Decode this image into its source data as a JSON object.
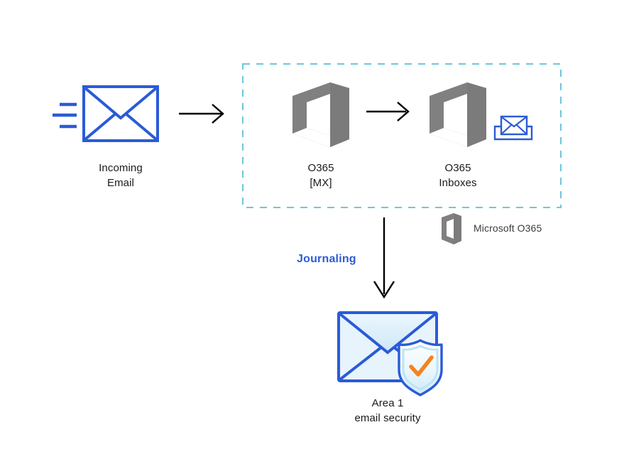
{
  "diagram": {
    "title": "Email journaling flow to Area 1 email security",
    "background_color": "#ffffff",
    "colors": {
      "envelope_blue": "#2a5bd7",
      "motion_line_blue": "#2a5bd7",
      "dashed_border": "#6ec6dd",
      "arrow_black": "#000000",
      "office_gray": "#808080",
      "journaling_blue": "#2b5bd7",
      "shield_orange": "#f5821f",
      "shield_fill": "#dcf0fb",
      "envelope_fill_light": "#e8f4fc",
      "label_text": "#1a1a1a",
      "legend_text": "#3c3c3c"
    },
    "nodes": [
      {
        "id": "incoming-email",
        "icon": "envelope-icon",
        "label": "Incoming\nEmail"
      },
      {
        "id": "o365-mx",
        "icon": "office365-logo-icon",
        "label": "O365\n[MX]"
      },
      {
        "id": "o365-inboxes",
        "icon": "office365-logo-icon",
        "label": "O365\nInboxes"
      },
      {
        "id": "inbox-tray",
        "icon": "inbox-tray-icon",
        "label": ""
      },
      {
        "id": "area1-email-security",
        "icon": "shielded-envelope-icon",
        "label": "Area 1\nemail security"
      }
    ],
    "edges": [
      {
        "id": "incoming-to-mx",
        "style": "solid-arrow",
        "direction": "right",
        "label": ""
      },
      {
        "id": "mx-to-inboxes",
        "style": "solid-arrow",
        "direction": "right",
        "label": ""
      },
      {
        "id": "inboxes-to-area1",
        "style": "solid-arrow",
        "direction": "down",
        "label": "Journaling"
      }
    ],
    "group": {
      "id": "o365-boundary",
      "style": "dashed",
      "label": ""
    },
    "legend": {
      "icon": "office365-logo-icon",
      "label": "Microsoft O365"
    },
    "labels": {
      "incoming_email": "Incoming\nEmail",
      "o365_mx": "O365\n[MX]",
      "o365_inboxes": "O365\nInboxes",
      "journaling": "Journaling",
      "area1": "Area 1\nemail security",
      "legend_microsoft": "Microsoft O365"
    }
  }
}
